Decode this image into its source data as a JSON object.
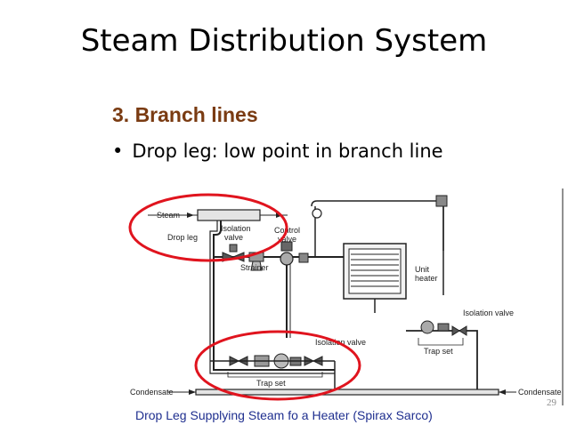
{
  "slide": {
    "title": "Steam Distribution System",
    "subtitle": "3. Branch lines",
    "bullet_symbol": "•",
    "bullet_text": "Drop leg: low point in branch line",
    "caption": "Drop Leg Supplying Steam fo a Heater (Spirax Sarco)",
    "page_number": "29"
  },
  "diagram": {
    "labels": {
      "steam": "Steam",
      "drop_leg": "Drop leg",
      "isolation_valve_1": "Isolation",
      "isolation_valve_2": "valve",
      "control_valve_1": "Control",
      "control_valve_2": "valve",
      "strainer": "Strainer",
      "unit_heater_1": "Unit",
      "unit_heater_2": "heater",
      "isolation_valve_right": "Isolation valve",
      "isolation_valve_lower": "Isolation valve",
      "trap_set_right": "Trap set",
      "trap_set_left": "Trap set",
      "condensate_left": "Condensate",
      "condensate_right": "Condensate"
    },
    "highlight_color": "#e0141e"
  }
}
